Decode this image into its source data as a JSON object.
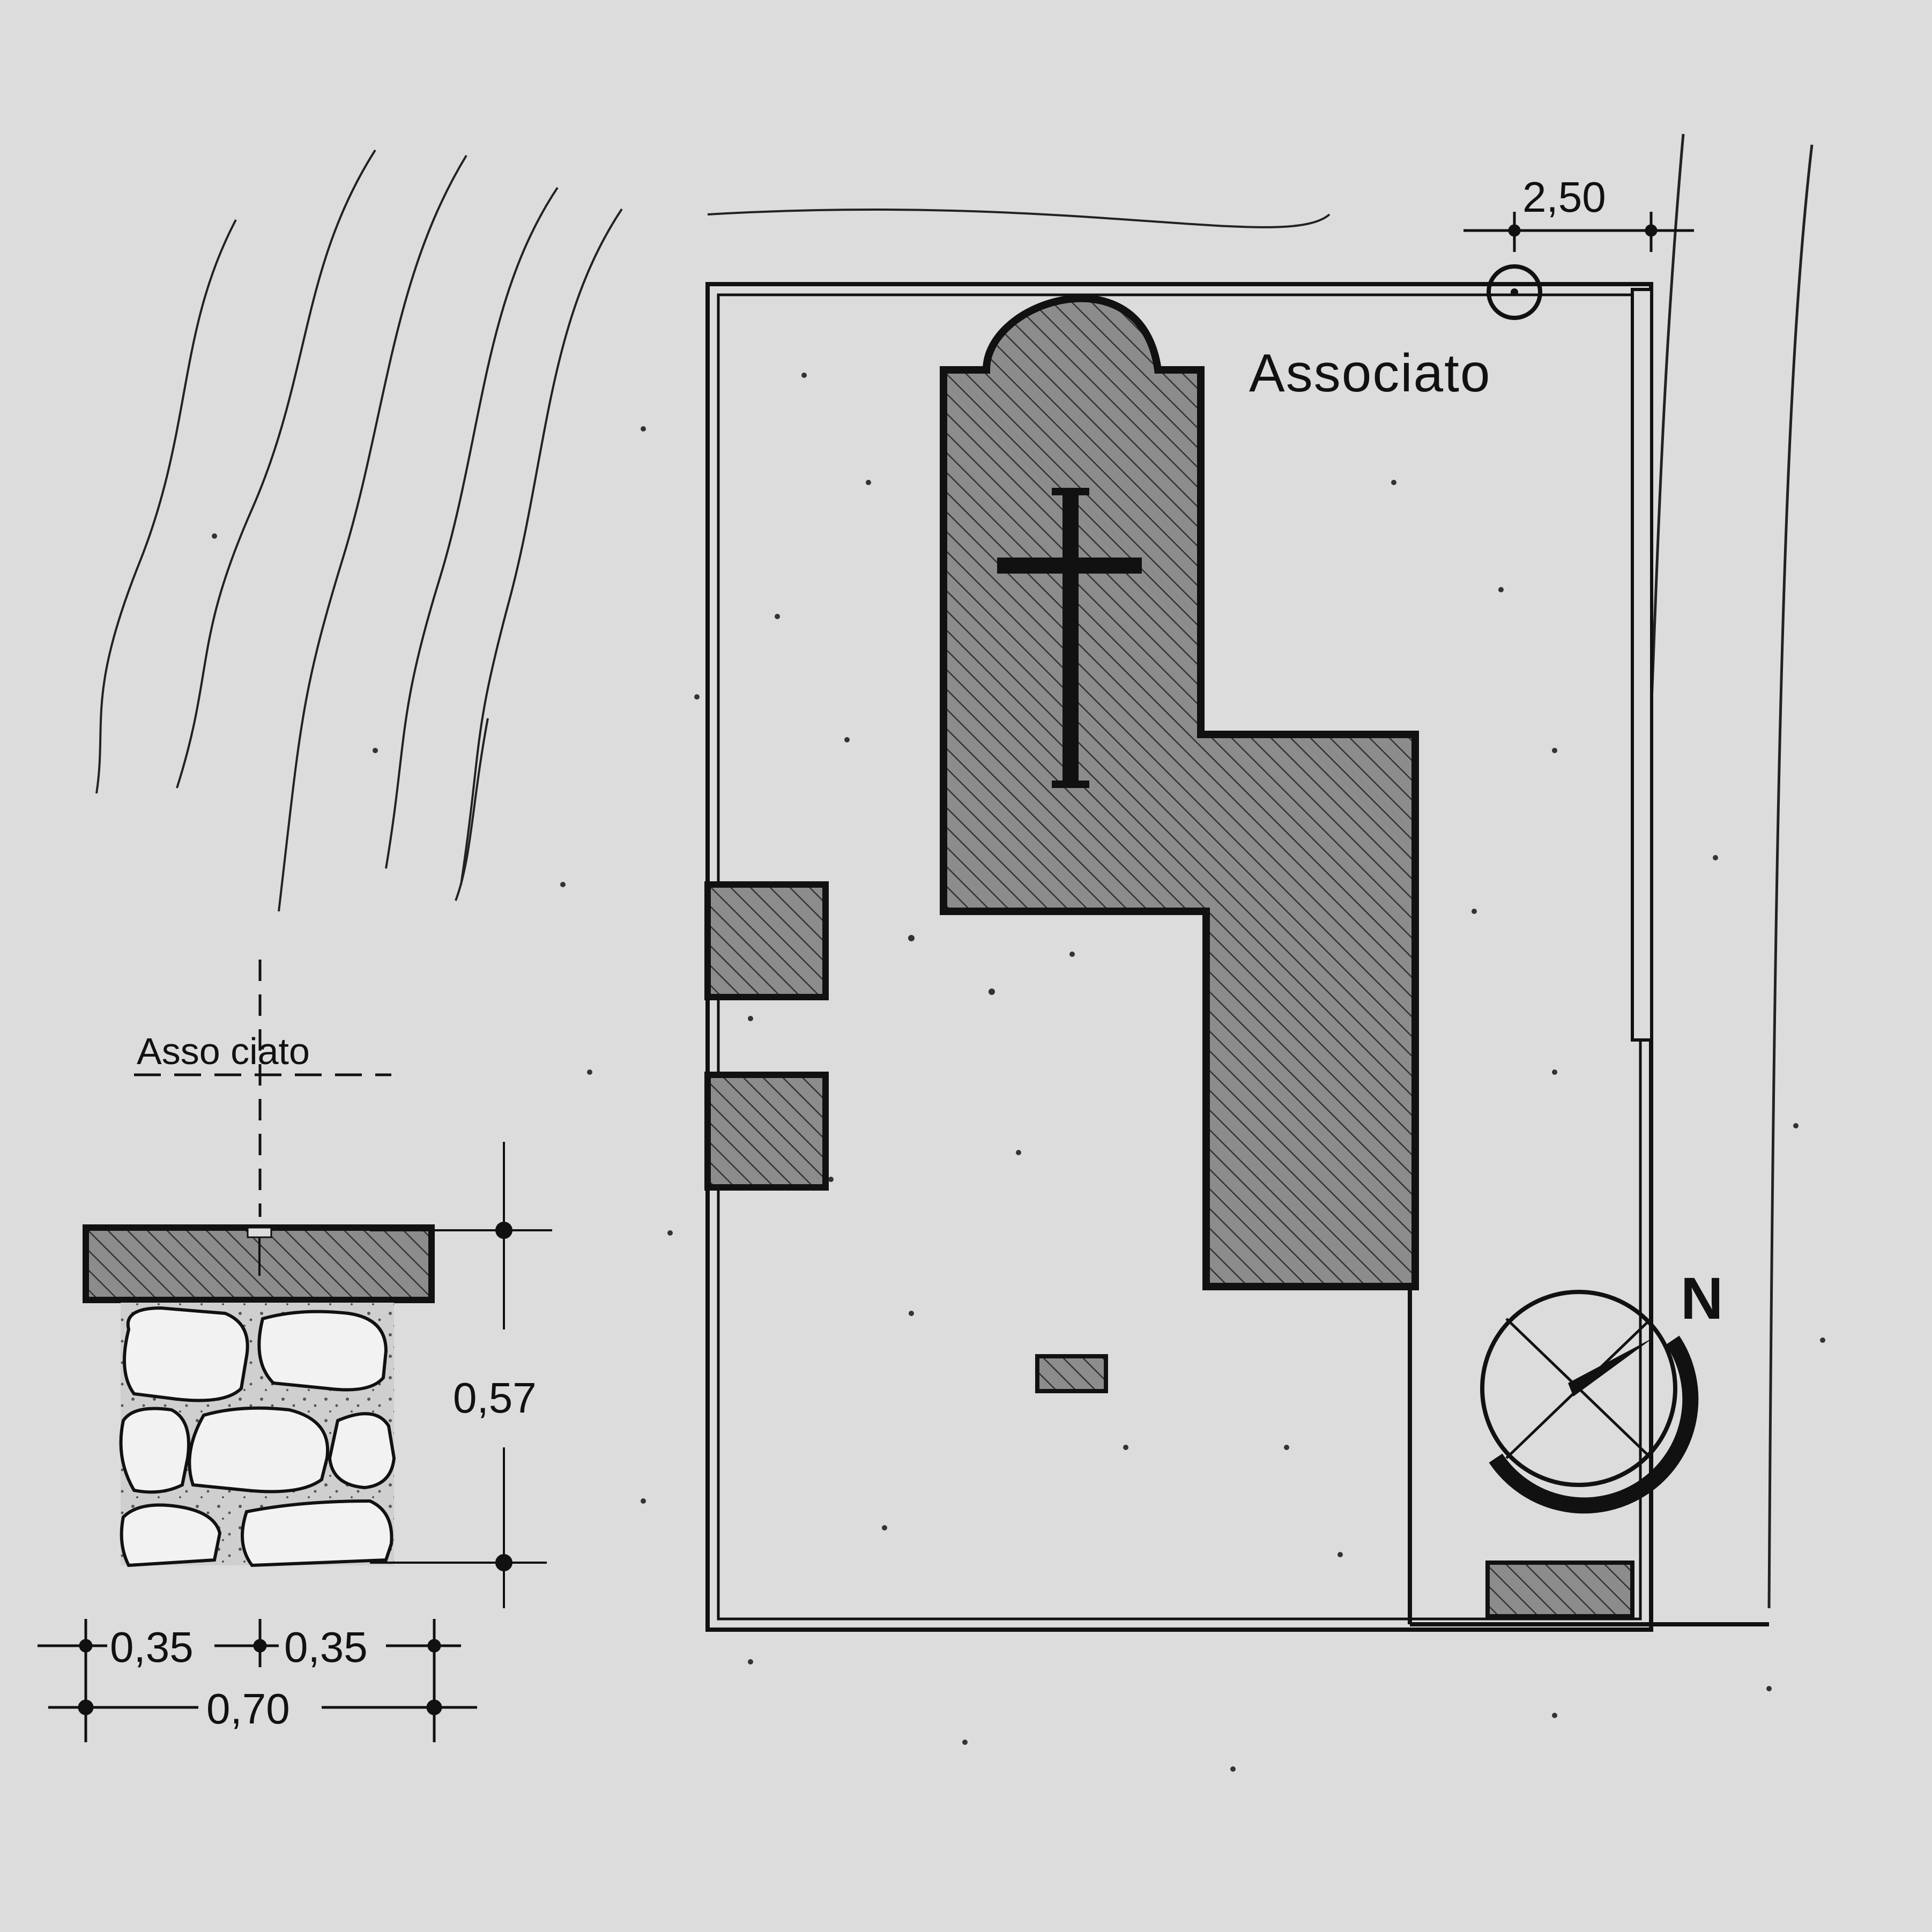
{
  "labels": {
    "chapel_label": "Associato",
    "detail_label": "Asso ciato",
    "north": "N"
  },
  "dimensions": {
    "top_offset": "2,50",
    "slab_height": "0,57",
    "half_left": "0,35",
    "half_right": "0,35",
    "total_width": "0,70"
  },
  "colors": {
    "background": "#dcdcdc",
    "ink": "#111111",
    "hatch_fill": "#8c8c8c",
    "stone": "#f2f2f2"
  },
  "icons": {
    "compass": "north-compass-icon",
    "cross": "cross-icon",
    "marker": "survey-marker-icon"
  }
}
